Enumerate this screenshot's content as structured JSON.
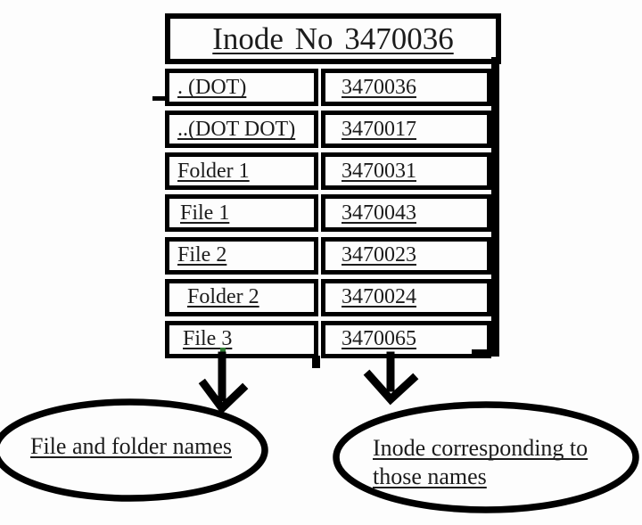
{
  "header": {
    "title": "Inode No 3470036"
  },
  "table": {
    "rows": [
      {
        "name": ". (DOT)",
        "inode": "3470036"
      },
      {
        "name": "..(DOT DOT)",
        "inode": "3470017"
      },
      {
        "name": "Folder 1",
        "inode": "3470031"
      },
      {
        "name": "File 1",
        "inode": "3470043"
      },
      {
        "name": "File 2",
        "inode": "3470023"
      },
      {
        "name": "Folder 2",
        "inode": "3470024"
      },
      {
        "name": "File 3",
        "inode": "3470065"
      }
    ]
  },
  "callouts": {
    "names": "File and folder names",
    "inodes_line1": "Inode corresponding to",
    "inodes_line2": "those names"
  },
  "colors": {
    "ink": "#1c1c1c",
    "line": "#000000",
    "background": "#fdfdfd",
    "artifact_green": "#2f7a33"
  }
}
